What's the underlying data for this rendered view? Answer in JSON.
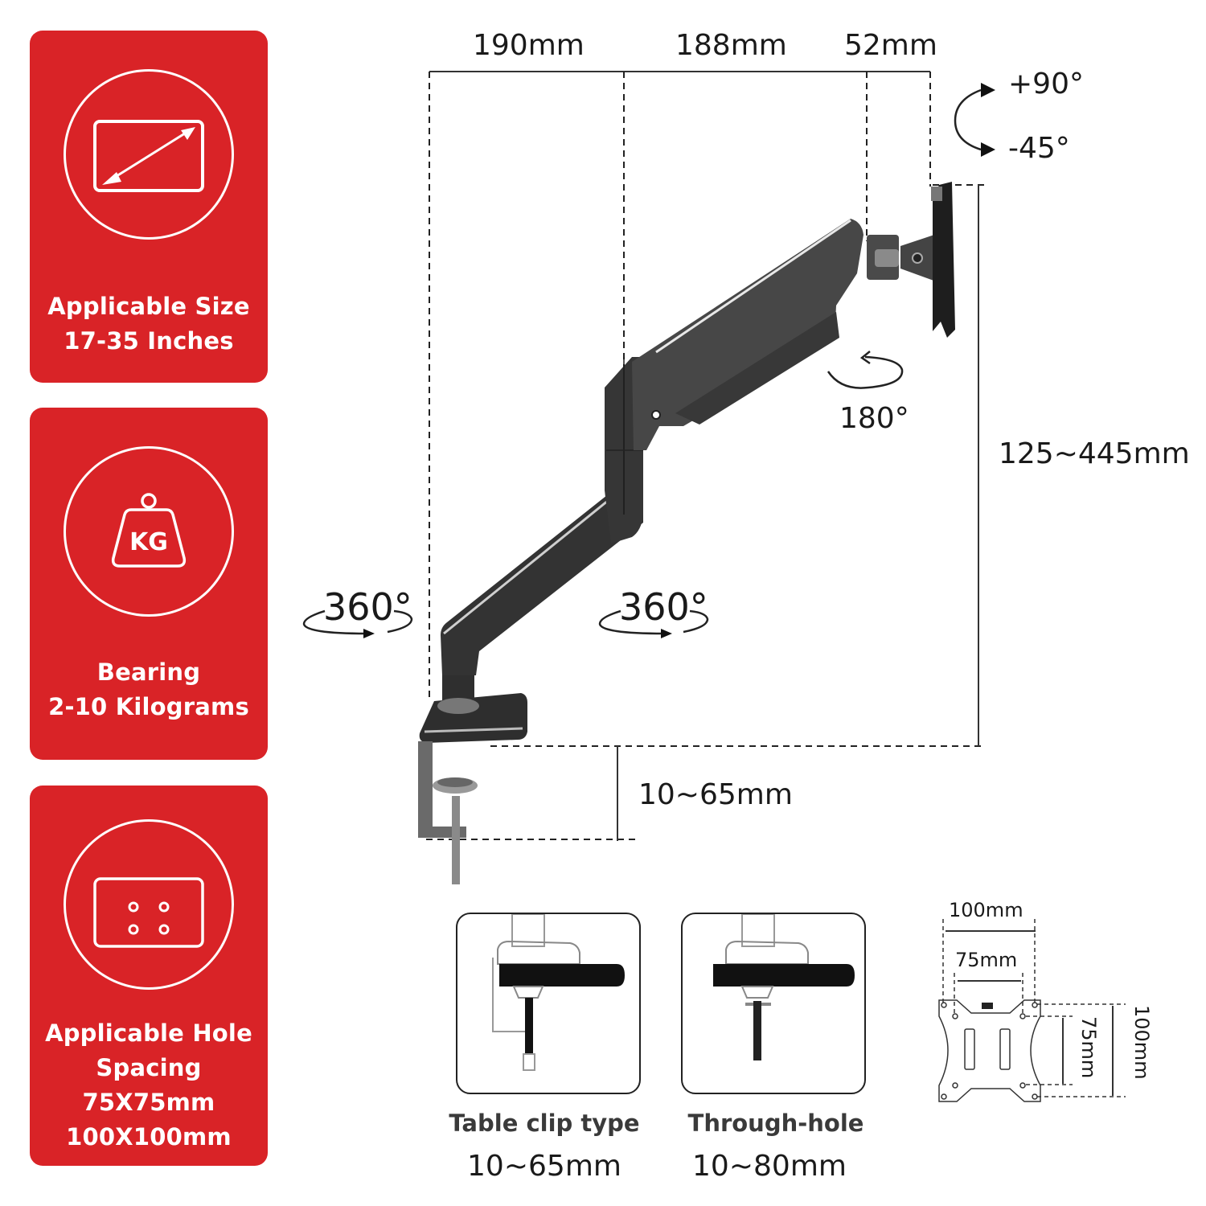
{
  "theme": {
    "accent": "#d92327",
    "text": "#1a1a1a",
    "arm": "#3a3a3a"
  },
  "feature_cards": [
    {
      "icon": "monitor-diagonal-icon",
      "lines": [
        "Applicable Size",
        "17-35 Inches"
      ]
    },
    {
      "icon": "weight-kg-icon",
      "icon_text": "KG",
      "lines": [
        "Bearing",
        "2-10 Kilograms"
      ]
    },
    {
      "icon": "vesa-holes-icon",
      "lines": [
        "Applicable Hole",
        "Spacing",
        "75X75mm",
        "100X100mm"
      ]
    }
  ],
  "arm_dimensions": {
    "top": [
      "190mm",
      "188mm",
      "52mm"
    ],
    "height_range": "125~445mm",
    "clamp_range": "10~65mm"
  },
  "rotations": {
    "tilt_up": "+90°",
    "tilt_down": "-45°",
    "swivel": "180°",
    "base_rotation": "360°",
    "elbow_rotation": "360°"
  },
  "mount_types": [
    {
      "title": "Table clip type",
      "range": "10~65mm"
    },
    {
      "title": "Through-hole",
      "range": "10~80mm"
    }
  ],
  "vesa_plate": {
    "outer_width": "100mm",
    "inner_width": "75mm",
    "inner_height": "75mm",
    "outer_height": "100mm"
  }
}
